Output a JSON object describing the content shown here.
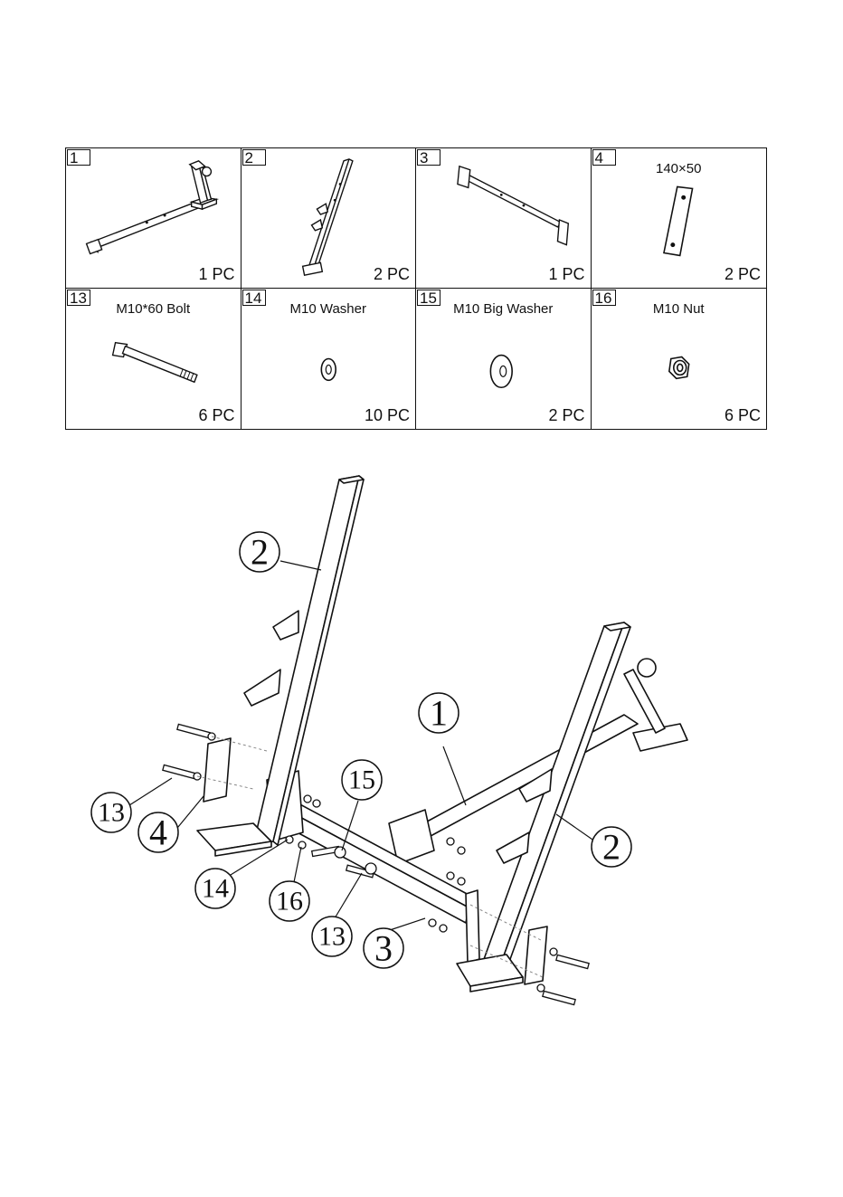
{
  "parts": [
    {
      "num": "1",
      "name": "",
      "qty": "1 PC"
    },
    {
      "num": "2",
      "name": "",
      "qty": "2 PC"
    },
    {
      "num": "3",
      "name": "",
      "qty": "1 PC"
    },
    {
      "num": "4",
      "name": "140×50",
      "qty": "2 PC"
    },
    {
      "num": "13",
      "name": "M10*60 Bolt",
      "qty": "6 PC"
    },
    {
      "num": "14",
      "name": "M10 Washer",
      "qty": "10 PC"
    },
    {
      "num": "15",
      "name": "M10 Big Washer",
      "qty": "2 PC"
    },
    {
      "num": "16",
      "name": "M10 Nut",
      "qty": "6 PC"
    }
  ],
  "callouts": {
    "c2_left": "2",
    "c1": "1",
    "c15": "15",
    "c2_right": "2",
    "c13_left": "13",
    "c4": "4",
    "c14": "14",
    "c16": "16",
    "c13_center": "13",
    "c3": "3"
  }
}
